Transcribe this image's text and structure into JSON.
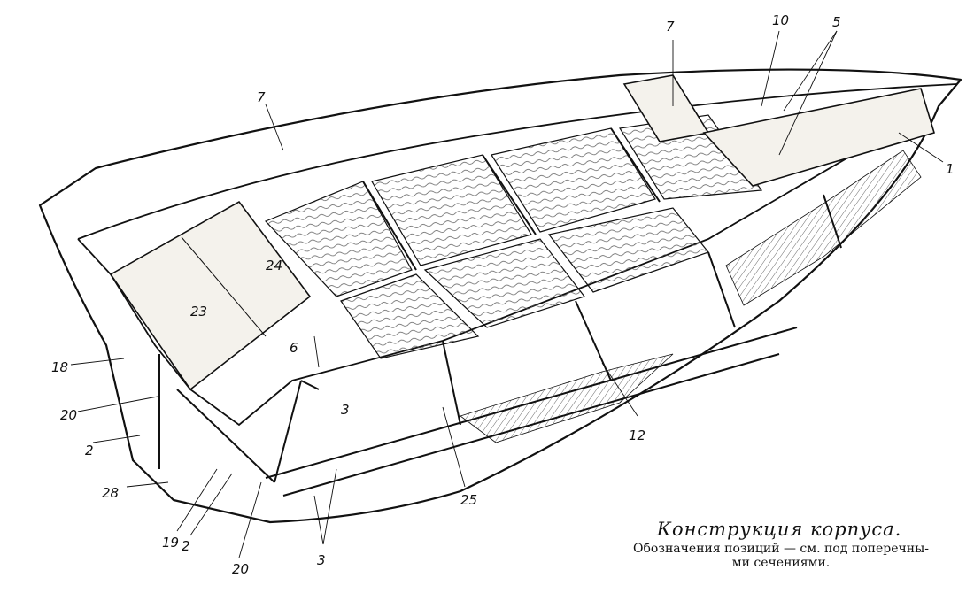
{
  "caption": {
    "title": "Конструкция корпуса.",
    "note_line1": "Обозначения позиций — см. под поперечны-",
    "note_line2": "ми сечениями."
  },
  "callouts": [
    "7",
    "7",
    "10",
    "5",
    "1",
    "24",
    "23",
    "18",
    "6",
    "3",
    "20",
    "2",
    "12",
    "28",
    "25",
    "19",
    "2",
    "20",
    "3"
  ],
  "colors": {
    "ink": "#111111",
    "paper": "#ffffff",
    "wood": "#d9d2c3"
  }
}
